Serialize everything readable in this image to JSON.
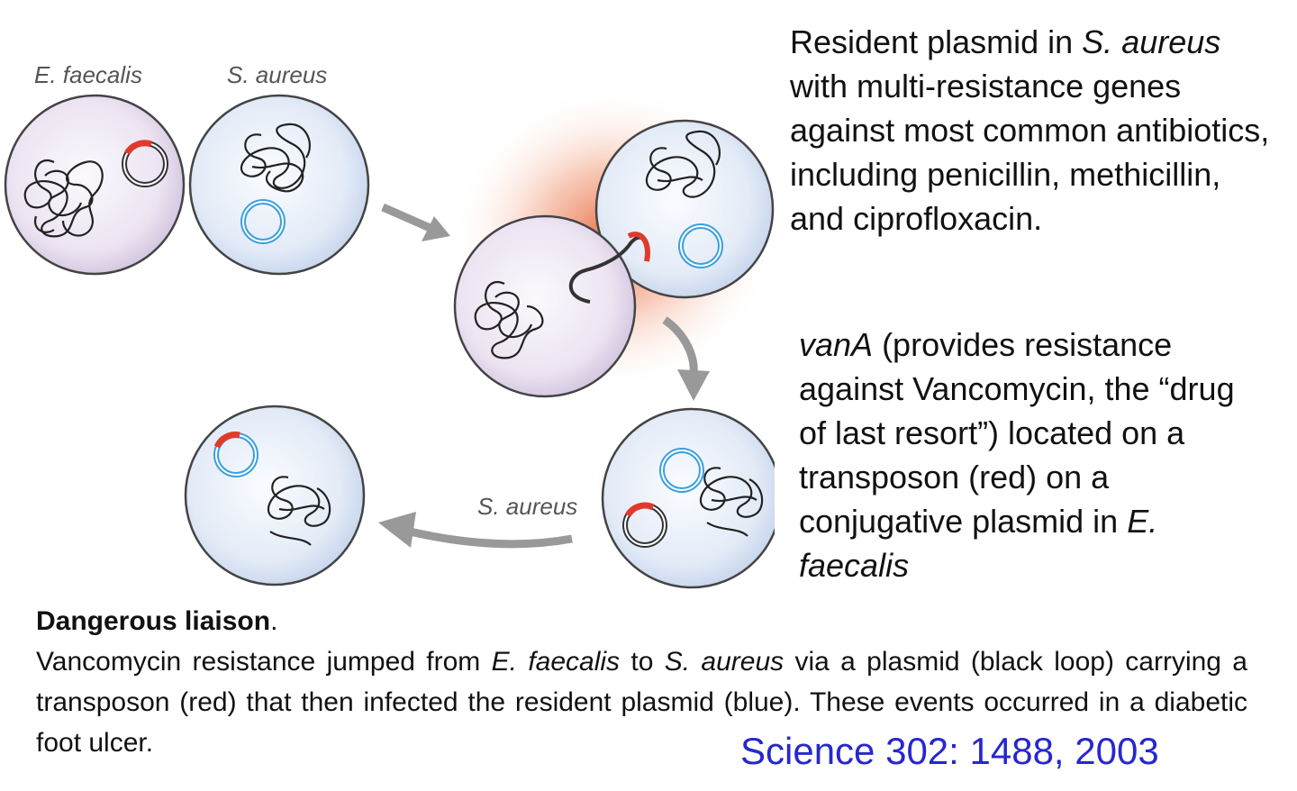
{
  "colors": {
    "ecoli_cell": "#e6dcee",
    "aureus_cell": "#dce6f5",
    "transposon": "#e03a2c",
    "resident_plasmid": "#3aa0dc",
    "conjugative_plasmid": "#333333",
    "citation": "#2727cf"
  },
  "diagram": {
    "label_efaecalis": "E. faecalis",
    "label_saureus_top": "S. aureus",
    "label_saureus_arrow": "S. aureus"
  },
  "notes": {
    "resident": {
      "p1": "Resident plasmid in ",
      "i1": "S. aureus",
      "p2": "with multi-resistance genes against most common antibiotics, including penicillin,  methicillin, and ciprofloxacin."
    },
    "vana": {
      "i1": "vanA",
      "p1": " (provides resistance against Vancomycin, the “drug of last resort”) located on a transposon (red) on a conjugative plasmid in ",
      "i2": "E. faecalis"
    }
  },
  "caption": {
    "title": "Dangerous liaison",
    "title_end": ".",
    "p1": "Vancomycin resistance jumped from ",
    "i1": "E. faecalis",
    "p2": " to ",
    "i2": "S. aureus",
    "p3": " via a plasmid (black loop) carrying a transposon (red) that then infected the resident plasmid (blue). These events occurred in a diabetic foot ulcer."
  },
  "citation": "Science 302: 1488, 2003"
}
